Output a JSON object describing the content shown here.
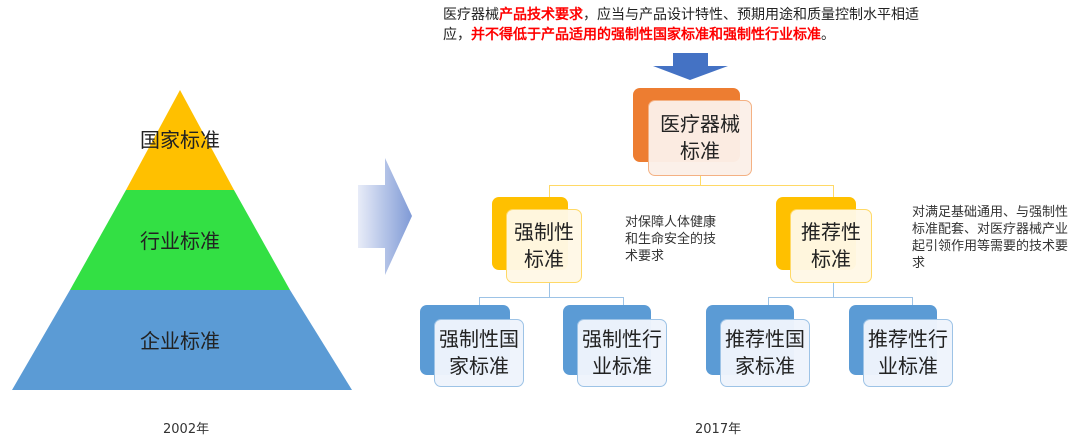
{
  "intro": {
    "part1": "医疗器械",
    "part2_red": "产品技术要求",
    "part3": "，应当与产品设计特性、预期用途和质量控制水平相适应，",
    "part4_red": "并不得低于产品适用的强制性国家标准和强制性行业标准",
    "part5": "。"
  },
  "pyramid": {
    "top": "国家标准",
    "middle": "行业标准",
    "bottom": "企业标准",
    "year": "2002年"
  },
  "tree": {
    "root": "医疗器械标准",
    "mandatory": "强制性标准",
    "recommended": "推荐性标准",
    "mandatory_note": "对保障人体健康和生命安全的技术要求",
    "recommended_note": "对满足基础通用、与强制性标准配套、对医疗器械产业起引领作用等需要的技术要求",
    "leaves": [
      "强制性国家标准",
      "强制性行业标准",
      "推荐性国家标准",
      "推荐性行业标准"
    ],
    "year": "2017年"
  },
  "colors": {
    "orange": "#ED7D31",
    "yellow": "#FFC000",
    "blue": "#5B9BD5",
    "green": "#33E044",
    "arrow": "#4472C4"
  }
}
